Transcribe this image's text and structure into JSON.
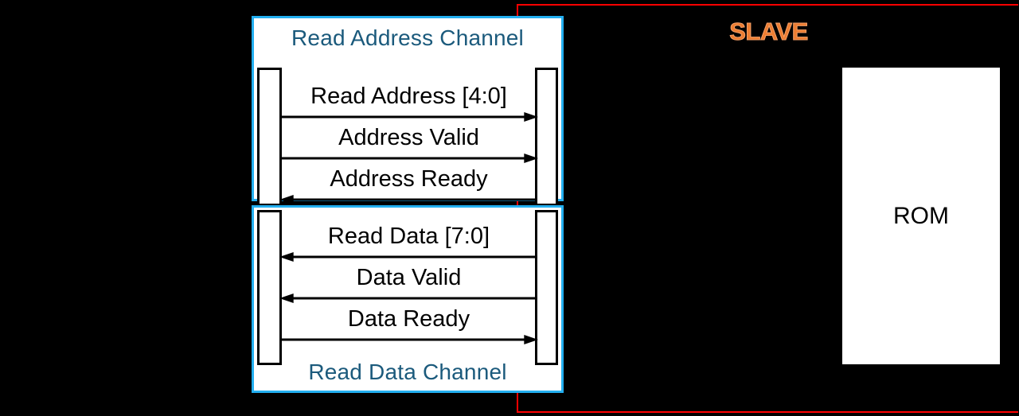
{
  "diagram": {
    "background_color": "#000000",
    "accent_colors": {
      "channel_border": "#23AFF0",
      "channel_title_text": "#1B5A7C",
      "slave_boundary": "#FF0000",
      "slave_title": "#ED7D31",
      "signal_text": "#000000",
      "block_fill": "#FFFFFF"
    },
    "slave": {
      "title": "SLAVE",
      "memory_block_label": "ROM"
    },
    "channels": [
      {
        "id": "read-address-channel",
        "title": "Read Address Channel",
        "title_position": "top",
        "signals": [
          {
            "id": "read-address",
            "label": "Read Address [4:0]",
            "direction": "right"
          },
          {
            "id": "address-valid",
            "label": "Address Valid",
            "direction": "right"
          },
          {
            "id": "address-ready",
            "label": "Address Ready",
            "direction": "left"
          }
        ]
      },
      {
        "id": "read-data-channel",
        "title": "Read Data Channel",
        "title_position": "bottom",
        "signals": [
          {
            "id": "read-data",
            "label": "Read Data [7:0]",
            "direction": "left"
          },
          {
            "id": "data-valid",
            "label": "Data Valid",
            "direction": "left"
          },
          {
            "id": "data-ready",
            "label": "Data Ready",
            "direction": "right"
          }
        ]
      }
    ]
  }
}
